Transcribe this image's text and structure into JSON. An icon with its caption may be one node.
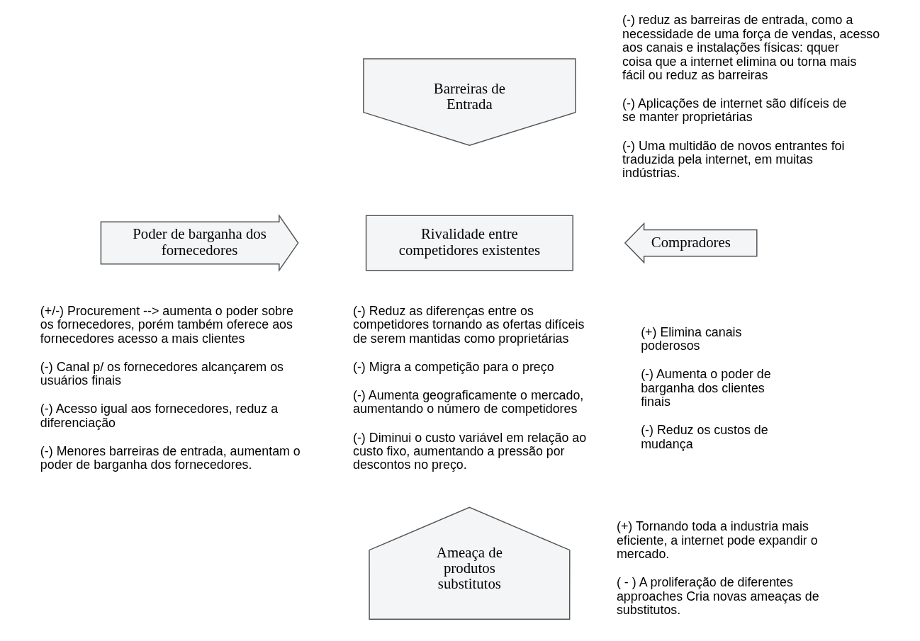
{
  "diagram": {
    "nodes": [
      {
        "text": [
          "Barreiras de Entrada"
        ],
        "beside": [
          "(-) reduz as barreiras de entrada, como a necessidade de uma força de vendas, acesso aos canais e instalações físicas: qquer coisa que a internet elimina ou torna mais fácil ou reduz as barreiras",
          "(-) Aplicações de internet são difíceis de se manter proprietárias",
          "(-) Uma multidão de novos entrantes foi traduzida pela internet, em muitas indústrias."
        ]
      },
      {
        "text": [
          "Poder de barganha dos fornecedores"
        ],
        "beside": [
          "(+/-) Procurement --> aumenta o poder sobre os fornecedores, porém também oferece aos fornecedores acesso a mais clientes",
          "(-) Canal p/ os fornecedores alcançarem os usuários finais",
          "(-) Acesso igual aos fornecedores, reduz a diferenciação",
          "(-) Menores barreiras de entrada, aumentam o poder de barganha dos fornecedores."
        ]
      },
      {
        "text": [
          "Rivalidade entre competidores existentes"
        ],
        "beside": [
          "(-) Reduz as diferenças entre os competidores tornando as ofertas difíceis de serem mantidas como proprietárias",
          "(-) Migra a competição para o preço",
          "(-) Aumenta geograficamente o mercado, aumentando o número de competidores",
          "(-) Diminui o custo variável em relação ao custo fixo, aumentando a pressão por descontos no preço."
        ]
      },
      {
        "text": [
          "Compradores"
        ],
        "beside": [
          "(+) Elimina canais poderosos",
          "(-) Aumenta o poder de barganha dos clientes finais",
          "(-) Reduz os custos de mudança"
        ]
      },
      {
        "text": [
          "Ameaça de produtos substitutos"
        ],
        "beside": [
          "(+) Tornando toda a industria mais eficiente, a internet pode expandir o mercado.",
          "( - ) A proliferação de diferentes approaches Cria novas ameaças de substitutos."
        ]
      }
    ]
  }
}
